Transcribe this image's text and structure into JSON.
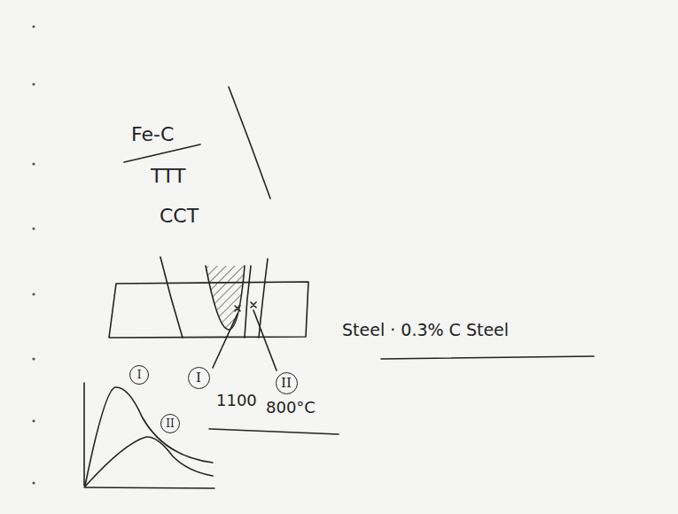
{
  "diagram": {
    "nodes": [
      {
        "text": [
          "I"
        ]
      },
      {
        "text": [
          "II"
        ]
      },
      {
        "text": [
          "I"
        ]
      },
      {
        "text": [
          "II"
        ]
      }
    ],
    "labels": [
      "Fe-C",
      "TTT",
      "CCT",
      "1100",
      "800°C",
      "Steel · 0.3% C Steel"
    ]
  }
}
